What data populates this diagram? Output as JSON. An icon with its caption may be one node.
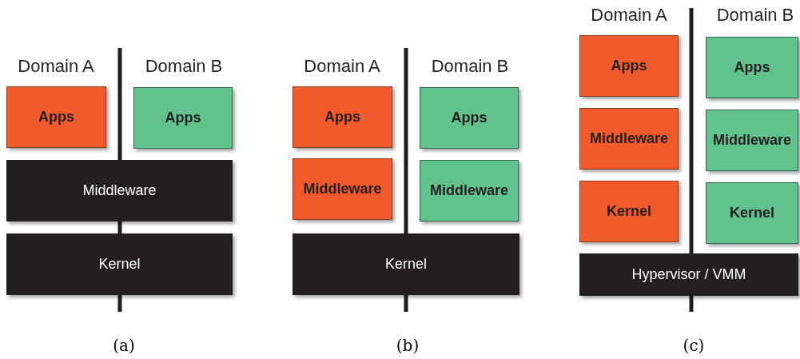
{
  "diagram": {
    "nodes": [
      {
        "text": [
          "Apps"
        ]
      },
      {
        "text": [
          "Apps"
        ]
      },
      {
        "text": [
          "Middleware"
        ]
      },
      {
        "text": [
          "Kernel"
        ]
      },
      {
        "text": [
          "Apps"
        ]
      },
      {
        "text": [
          "Apps"
        ]
      },
      {
        "text": [
          "Middleware"
        ]
      },
      {
        "text": [
          "Middleware"
        ]
      },
      {
        "text": [
          "Kernel"
        ]
      },
      {
        "text": [
          "Apps"
        ]
      },
      {
        "text": [
          "Apps"
        ]
      },
      {
        "text": [
          "Middleware"
        ]
      },
      {
        "text": [
          "Middleware"
        ]
      },
      {
        "text": [
          "Kernel"
        ]
      },
      {
        "text": [
          "Kernel"
        ]
      },
      {
        "text": [
          "Hypervisor / VMM"
        ]
      }
    ],
    "edges": [],
    "labels": [
      "Domain A",
      "Domain B",
      "Domain A",
      "Domain B",
      "Domain A",
      "Domain B",
      "(a)",
      "(b)",
      "(c)"
    ]
  }
}
